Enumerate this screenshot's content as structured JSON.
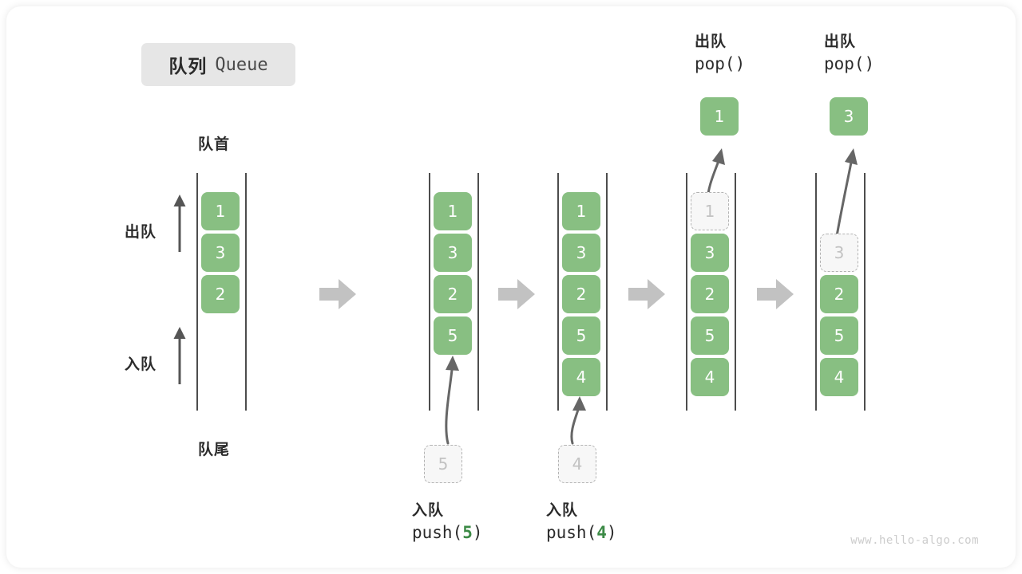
{
  "title": {
    "cn": "队列",
    "en": "Queue"
  },
  "labels": {
    "head": "队首",
    "tail": "队尾",
    "dequeue": "出队",
    "enqueue": "入队"
  },
  "watermark": "www.hello-algo.com",
  "colors": {
    "cell_green": "#88bf82",
    "code_arg_green": "#3c8a46",
    "ghost_gray": "#c2c2c2",
    "rail_gray": "#4d4d4d",
    "step_arrow_gray": "#c2c2c2",
    "badge_bg": "#e6e6e6",
    "text_dark": "#2b2b2b"
  },
  "panels": [
    {
      "id": "initial",
      "cells": [
        "1",
        "3",
        "2"
      ],
      "ghost_index": null,
      "caption_cn": "",
      "caption_code": "",
      "caption_arg": "",
      "floating_cell": null,
      "drop_cell": null
    },
    {
      "id": "push-5",
      "cells": [
        "1",
        "3",
        "2",
        "5"
      ],
      "ghost_index": null,
      "caption_cn": "入队",
      "caption_code_prefix": "push(",
      "caption_arg": "5",
      "caption_code_suffix": ")",
      "drop_cell": "5",
      "floating_cell": null
    },
    {
      "id": "push-4",
      "cells": [
        "1",
        "3",
        "2",
        "5",
        "4"
      ],
      "ghost_index": null,
      "caption_cn": "入队",
      "caption_code_prefix": "push(",
      "caption_arg": "4",
      "caption_code_suffix": ")",
      "drop_cell": "4",
      "floating_cell": null
    },
    {
      "id": "pop-1",
      "cells": [
        "1",
        "3",
        "2",
        "5",
        "4"
      ],
      "ghost_index": 0,
      "caption_cn": "出队",
      "caption_code_prefix": "pop()",
      "caption_arg": "",
      "caption_code_suffix": "",
      "floating_cell": "1",
      "drop_cell": null
    },
    {
      "id": "pop-3",
      "cells": [
        "3",
        "2",
        "5",
        "4"
      ],
      "ghost_index": 0,
      "caption_cn": "出队",
      "caption_code_prefix": "pop()",
      "caption_arg": "",
      "caption_code_suffix": "",
      "floating_cell": "3",
      "drop_cell": null
    }
  ]
}
